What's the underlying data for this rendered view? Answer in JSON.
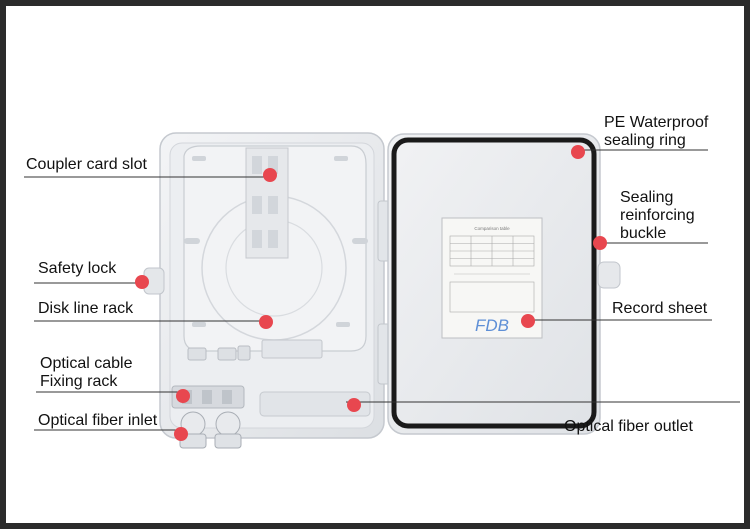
{
  "labels": {
    "coupler_card_slot": "Coupler card slot",
    "safety_lock": "Safety lock",
    "disk_line_rack": "Disk line rack",
    "optical_cable_fixing_rack_1": "Optical cable",
    "optical_cable_fixing_rack_2": "Fixing rack",
    "optical_fiber_inlet": "Optical fiber inlet",
    "pe_waterproof_1": "PE Waterproof",
    "pe_waterproof_2": "sealing ring",
    "sealing_buckle_1": "Sealing",
    "sealing_buckle_2": "reinforcing",
    "sealing_buckle_3": "buckle",
    "record_sheet": "Record sheet",
    "optical_fiber_outlet": "Optical fiber outlet"
  },
  "record_sheet_logo": "FDB",
  "colors": {
    "marker": "#e8474f",
    "box_body": "#e9ebee",
    "box_edge": "#c7cbd1",
    "gasket": "#1a1a1a",
    "leader_line": "#333333"
  }
}
